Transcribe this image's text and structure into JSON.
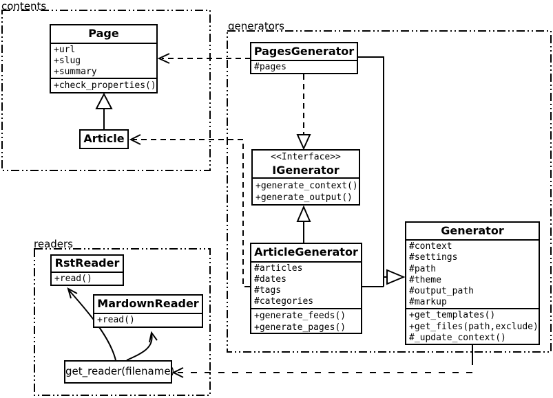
{
  "colors": {
    "line": "#000000",
    "background": "#ffffff",
    "box_fill": "#ffffff"
  },
  "packages": {
    "contents": {
      "label": "contents"
    },
    "generators": {
      "label": "generators"
    },
    "readers": {
      "label": "readers"
    }
  },
  "classes": {
    "page": {
      "title": "Page",
      "attributes": [
        "+url",
        "+slug",
        "+summary"
      ],
      "methods": [
        "+check_properties()"
      ]
    },
    "article": {
      "title": "Article"
    },
    "pages_generator": {
      "title": "PagesGenerator",
      "attributes": [
        "#pages"
      ]
    },
    "igenerator": {
      "stereotype": "<<Interface>>",
      "title": "IGenerator",
      "methods": [
        "+generate_context()",
        "+generate_output()"
      ]
    },
    "article_generator": {
      "title": "ArticleGenerator",
      "attributes": [
        "#articles",
        "#dates",
        "#tags",
        "#categories"
      ],
      "methods": [
        "+generate_feeds()",
        "+generate_pages()"
      ]
    },
    "generator": {
      "title": "Generator",
      "attributes": [
        "#context",
        "#settings",
        "#path",
        "#theme",
        "#output_path",
        "#markup"
      ],
      "methods": [
        "+get_templates()",
        "+get_files(path,exclude)",
        "#_update_context()"
      ]
    },
    "rst_reader": {
      "title": "RstReader",
      "methods": [
        "+read()"
      ]
    },
    "mardown_reader": {
      "title": "MardownReader",
      "methods": [
        "+read()"
      ]
    },
    "get_reader": {
      "title": "get_reader(filename)"
    }
  },
  "relationships": [
    {
      "from": "Article",
      "to": "Page",
      "type": "generalization"
    },
    {
      "from": "PagesGenerator",
      "to": "Page",
      "type": "dependency"
    },
    {
      "from": "ArticleGenerator",
      "to": "Article",
      "type": "dependency"
    },
    {
      "from": "PagesGenerator",
      "to": "IGenerator",
      "type": "realization"
    },
    {
      "from": "ArticleGenerator",
      "to": "IGenerator",
      "type": "generalization"
    },
    {
      "from": "PagesGenerator",
      "to": "Generator",
      "type": "generalization"
    },
    {
      "from": "ArticleGenerator",
      "to": "Generator",
      "type": "generalization"
    },
    {
      "from": "Generator",
      "to": "get_reader(filename)",
      "type": "dependency"
    },
    {
      "from": "get_reader(filename)",
      "to": "RstReader",
      "type": "arrow"
    },
    {
      "from": "get_reader(filename)",
      "to": "MardownReader",
      "type": "arrow"
    }
  ]
}
